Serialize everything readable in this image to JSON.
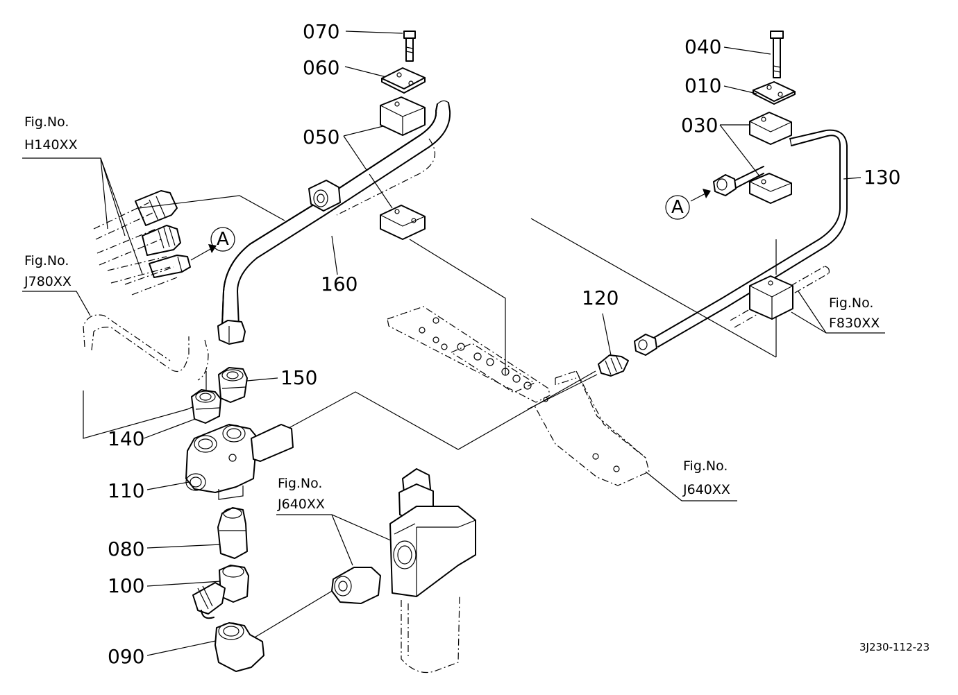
{
  "diagram_code": "3J230-112-23",
  "parts": [
    {
      "id": "070"
    },
    {
      "id": "060"
    },
    {
      "id": "050"
    },
    {
      "id": "160"
    },
    {
      "id": "150"
    },
    {
      "id": "140"
    },
    {
      "id": "110"
    },
    {
      "id": "080"
    },
    {
      "id": "100"
    },
    {
      "id": "090"
    },
    {
      "id": "040"
    },
    {
      "id": "010"
    },
    {
      "id": "030"
    },
    {
      "id": "130"
    },
    {
      "id": "120"
    }
  ],
  "figure_refs": [
    {
      "prefix": "Fig.No.",
      "code": "H140XX"
    },
    {
      "prefix": "Fig.No.",
      "code": "J780XX"
    },
    {
      "prefix": "Fig.No.",
      "code": "F830XX"
    },
    {
      "prefix": "Fig.No.",
      "code": "J640XX"
    },
    {
      "prefix": "Fig.No.",
      "code": "J640XX"
    }
  ],
  "markers": [
    {
      "letter": "A"
    },
    {
      "letter": "A"
    }
  ]
}
